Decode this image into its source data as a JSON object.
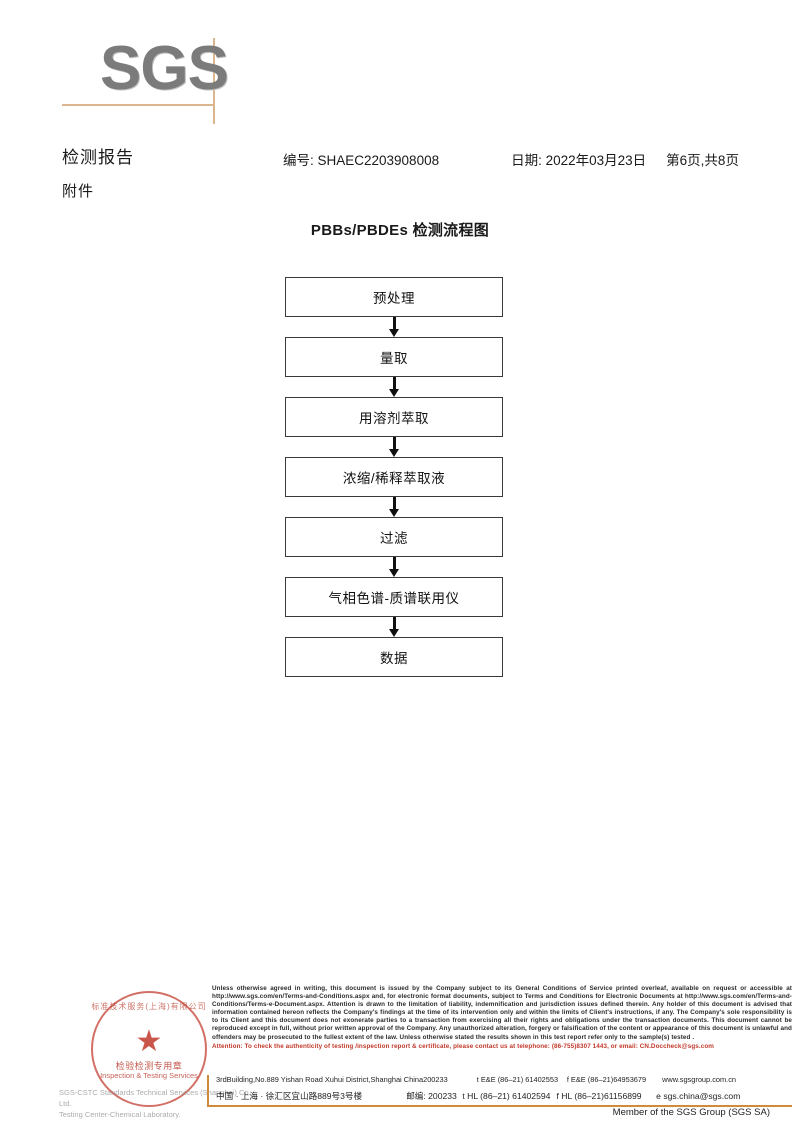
{
  "logo": {
    "text": "SGS",
    "color": "#7b7b7b",
    "rule_color": "#dcb68f"
  },
  "header": {
    "title": "检测报告",
    "subtitle": "附件",
    "report_no": "编号: SHAEC2203908008",
    "date": "日期: 2022年03月23日",
    "pagination": "第6页,共8页"
  },
  "flowchart": {
    "title": "PBBs/PBDEs 检测流程图",
    "steps": [
      "预处理",
      "量取",
      "用溶剂萃取",
      "浓缩/稀释萃取液",
      "过滤",
      "气相色谱-质谱联用仪",
      "数据"
    ]
  },
  "stamp": {
    "arc_text": "标准技术服务(上海)有限公司",
    "cn_text": "检验检测专用章",
    "en_text": "Inspection & Testing Services",
    "star": "★",
    "color": "#c0392b",
    "watermark_line1": "SGS-CSTC Standards Technical Services (Shanghai) Co., Ltd.",
    "watermark_line2": "Testing Center-Chemical Laboratory."
  },
  "footer": {
    "legal_text": "Unless otherwise agreed in writing, this document is issued by the Company subject to its General Conditions of Service printed overleaf, available on request or accessible at http://www.sgs.com/en/Terms-and-Conditions.aspx and, for electronic format documents, subject to Terms and Conditions for Electronic Documents at http://www.sgs.com/en/Terms-and-Conditions/Terms-e-Document.aspx. Attention is drawn to the limitation of liability, indemnification and jurisdiction issues defined therein. Any holder of this document is advised that information contained hereon reflects the Company's findings at the time of its intervention only and within the limits of Client's instructions, if any. The Company's sole responsibility is to its Client and this document does not exonerate parties to a transaction from exercising all their rights and obligations under the transaction documents. This document cannot be reproduced except in full, without prior written approval of the Company. Any unauthorized alteration, forgery or falsification of the content or appearance of this document is unlawful and offenders may be prosecuted to the fullest extent of the law. Unless otherwise stated the results shown in this test report refer only to the sample(s) tested .",
    "attention_text": "Attention: To check the authenticity of testing /inspection report & certificate, please contact us at telephone: (86-755)8307 1443, or email: CN.Doccheck@sgs.com",
    "attention_color": "#c0392b",
    "rule_color": "#d08a3c",
    "address_en": "3rdBuilding,No.889 Yishan Road Xuhui District,Shanghai China",
    "postcode_en": "200233",
    "tel_en_1": "t E&E (86–21) 61402553",
    "fax_en_1": "f E&E (86–21)64953679",
    "web": "www.sgsgroup.com.cn",
    "address_cn": "中国 · 上海 · 徐汇区宜山路889号3号楼",
    "postcode_cn_label": "邮编: 200233",
    "tel_cn_1": "t HL (86–21) 61402594",
    "fax_cn_1": "f HL (86–21)61156899",
    "email": "e sgs.china@sgs.com",
    "member": "Member of the SGS Group (SGS SA)"
  }
}
